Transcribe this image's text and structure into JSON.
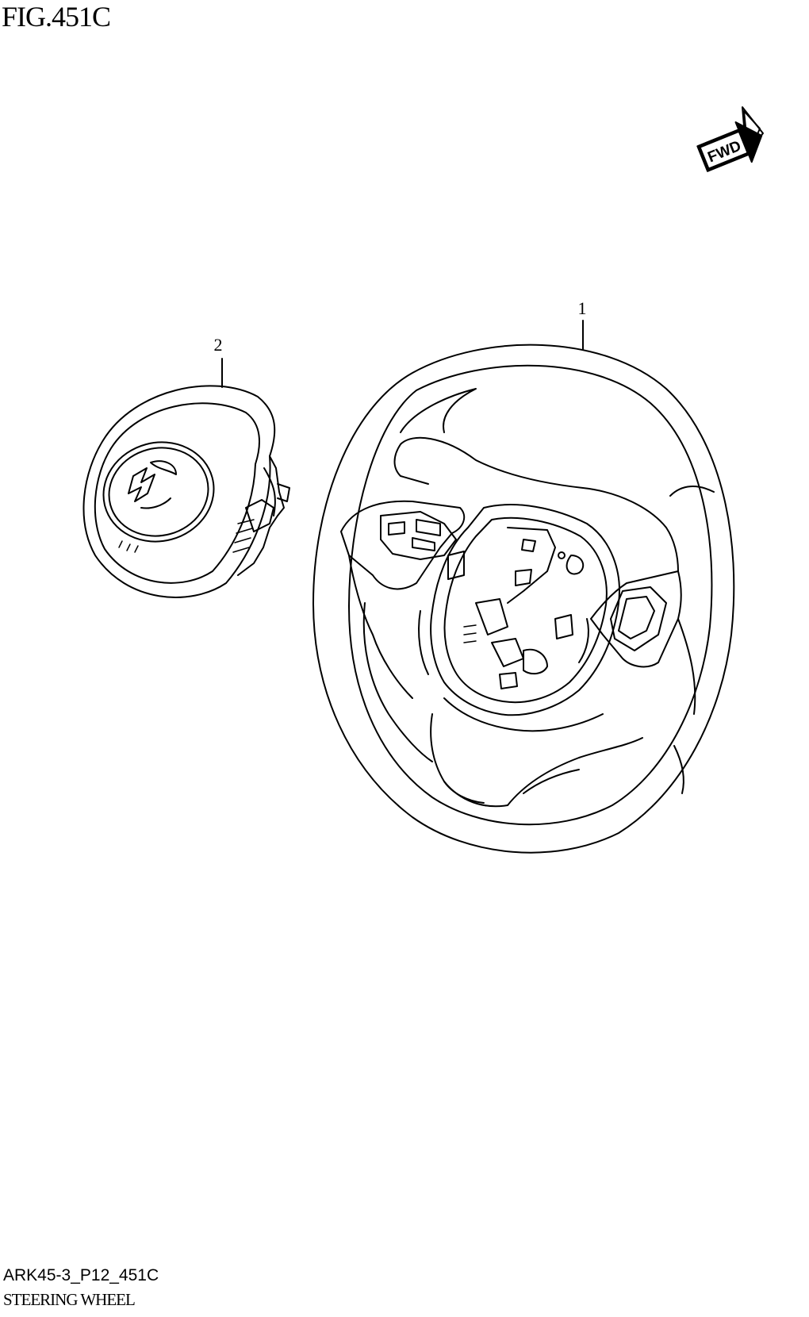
{
  "figure": {
    "title": "FIG.451C",
    "fwd_label": "FWD"
  },
  "callouts": [
    {
      "id": "1",
      "label": "1"
    },
    {
      "id": "2",
      "label": "2"
    }
  ],
  "footer": {
    "code": "ARK45-3_P12_451C",
    "name": "STEERING WHEEL"
  },
  "colors": {
    "line": "#000000",
    "background": "#ffffff"
  }
}
